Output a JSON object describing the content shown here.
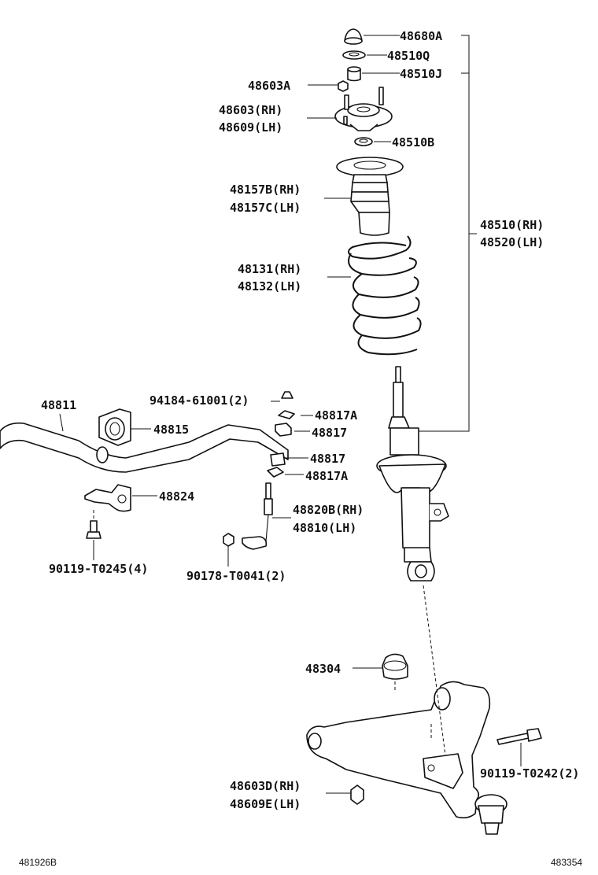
{
  "parts": {
    "p48680a": "48680A",
    "p48510q": "48510Q",
    "p48510j": "48510J",
    "p48603a": "48603A",
    "p48603_rh": "48603(RH)",
    "p48609_lh": "48609(LH)",
    "p48510b": "48510B",
    "p48157b_rh": "48157B(RH)",
    "p48157c_lh": "48157C(LH)",
    "p48131_rh": "48131(RH)",
    "p48132_lh": "48132(LH)",
    "p48510_rh": "48510(RH)",
    "p48520_lh": "48520(LH)",
    "p94184": "94184-61001(2)",
    "p48811": "48811",
    "p48817a_top": "48817A",
    "p48815": "48815",
    "p48817_top": "48817",
    "p48817_bot": "48817",
    "p48817a_bot": "48817A",
    "p48824": "48824",
    "p48820b_rh": "48820B(RH)",
    "p48810_lh": "48810(LH)",
    "p90119_t0245": "90119-T0245(4)",
    "p90178_t0041": "90178-T0041(2)",
    "p48304": "48304",
    "p90119_t0242": "90119-T0242(2)",
    "p48603d_rh": "48603D(RH)",
    "p48609e_lh": "48609E(LH)"
  },
  "footer": {
    "left_code": "481926B",
    "right_code": "483354"
  }
}
